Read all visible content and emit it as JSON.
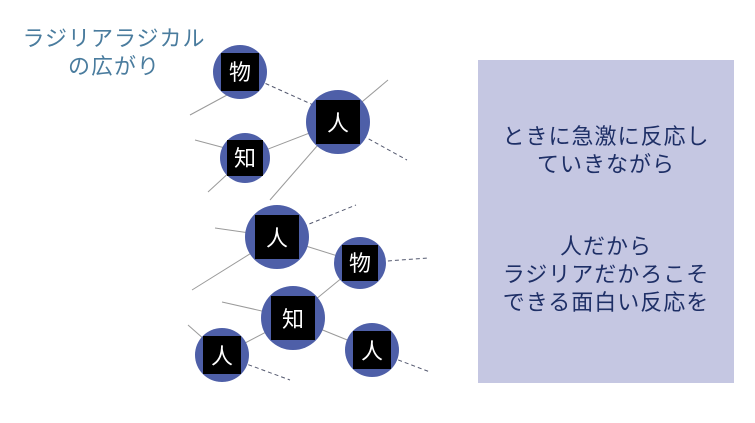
{
  "title": {
    "line1": "ラジリアラジカル",
    "line2": "の広がり"
  },
  "nodes": [
    {
      "id": "n1",
      "label": "物"
    },
    {
      "id": "n2",
      "label": "人"
    },
    {
      "id": "n3",
      "label": "知"
    },
    {
      "id": "n4",
      "label": "人"
    },
    {
      "id": "n5",
      "label": "物"
    },
    {
      "id": "n6",
      "label": "知"
    },
    {
      "id": "n7",
      "label": "人"
    },
    {
      "id": "n8",
      "label": "人"
    }
  ],
  "panel": {
    "block1": [
      "ときに急激に反応し",
      "ていきながら"
    ],
    "block2": [
      "人だから",
      "ラジリアだかろこそ",
      "できる面白い反応を"
    ]
  },
  "colors": {
    "title": "#4a7c9e",
    "panel_bg": "#c5c7e2",
    "panel_text": "#1e2f66",
    "node_ring": "#4e5fa8",
    "node_square": "#000000",
    "line": "#9a9a9a"
  }
}
